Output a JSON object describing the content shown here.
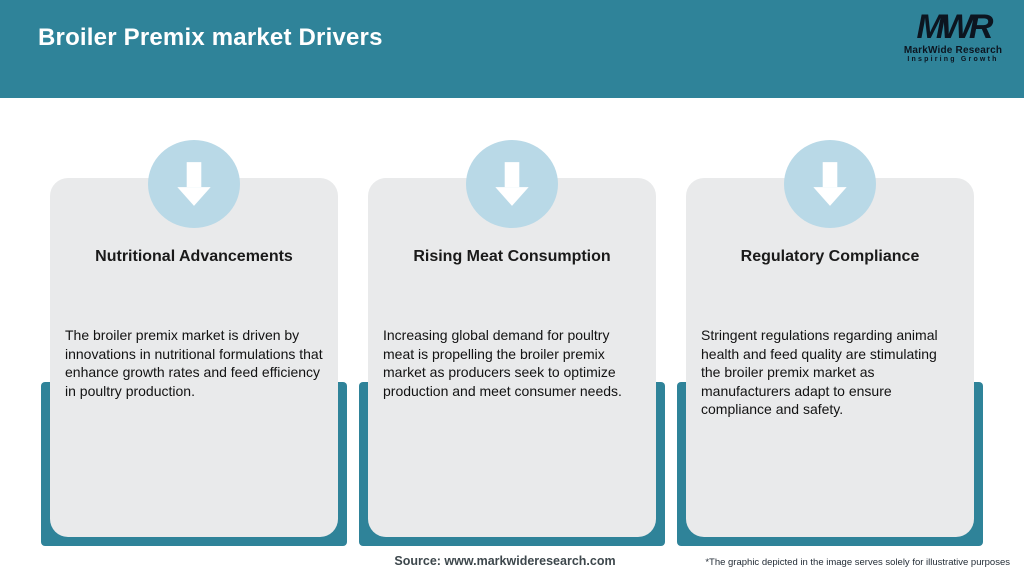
{
  "header": {
    "title": "Broiler Premix market Drivers"
  },
  "logo": {
    "monogram": "MWR",
    "name": "MarkWide Research",
    "tagline": "Inspiring Growth"
  },
  "cards": [
    {
      "icon": "arrow-down-icon",
      "title": "Nutritional Advancements",
      "body": "The broiler premix market is driven by innovations in nutritional formulations that enhance growth rates and feed efficiency in poultry production."
    },
    {
      "icon": "arrow-down-icon",
      "title": "Rising Meat Consumption",
      "body": "Increasing global demand for poultry meat is propelling the broiler premix market as producers seek to optimize production and meet consumer needs."
    },
    {
      "icon": "arrow-down-icon",
      "title": "Regulatory Compliance",
      "body": "Stringent regulations regarding animal health and feed quality are stimulating the broiler premix market as manufacturers adapt to ensure compliance and safety."
    }
  ],
  "footer": {
    "source": "Source: www.markwideresearch.com",
    "disclaimer": "*The graphic depicted in the image serves solely for illustrative purposes"
  },
  "colors": {
    "teal": "#2f8399",
    "light_blue_circle": "#b9d9e7",
    "card_gray": "#e9eaeb",
    "title_white": "#ffffff",
    "text_dark": "#1a1a1a",
    "logo_dark": "#0c1520"
  }
}
